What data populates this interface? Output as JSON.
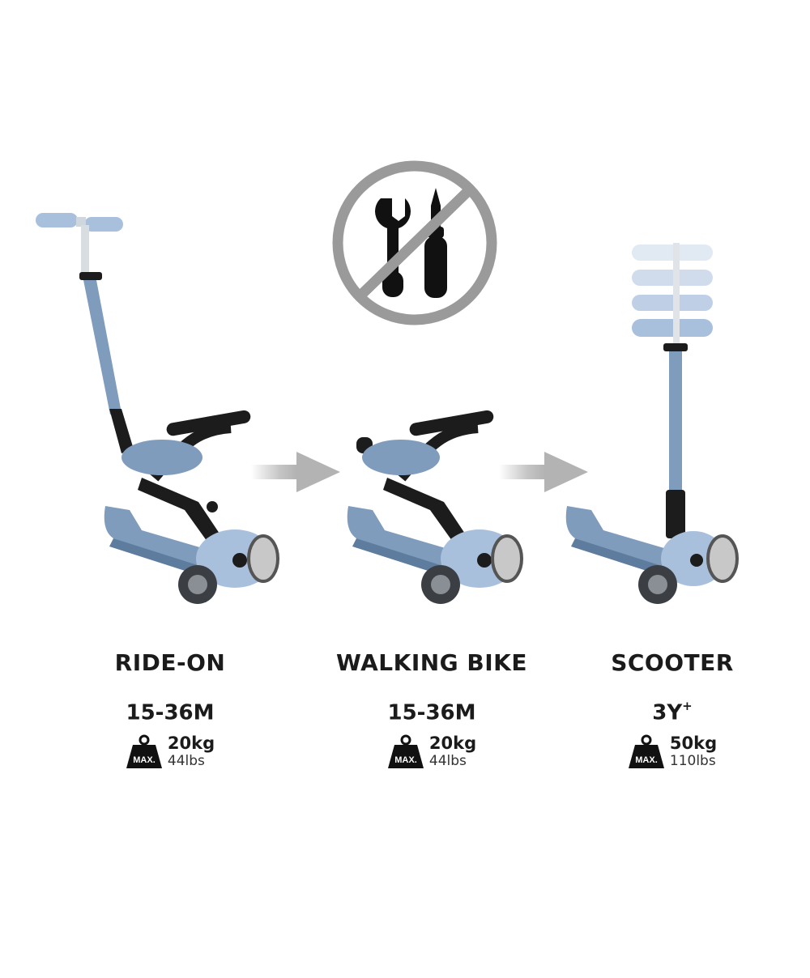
{
  "icons": {
    "no_tools": "no-tools-icon",
    "arrow": "arrow-right-icon",
    "weight": "weight-max-icon"
  },
  "colors": {
    "scooter_blue": "#7f9cbd",
    "scooter_blue_light": "#a9c0dd",
    "frame_black": "#1c1c1c",
    "no_tools_circle": "#9a9a9a",
    "arrow_gray": "#bdbdbd"
  },
  "modes": [
    {
      "title": "RIDE-ON",
      "age": "15-36M",
      "age_sup": "",
      "badge": "MAX.",
      "weight_kg": "20kg",
      "weight_lbs": "44lbs"
    },
    {
      "title": "WALKING BIKE",
      "age": "15-36M",
      "age_sup": "",
      "badge": "MAX.",
      "weight_kg": "20kg",
      "weight_lbs": "44lbs"
    },
    {
      "title": "SCOOTER",
      "age": "3Y",
      "age_sup": "+",
      "badge": "MAX.",
      "weight_kg": "50kg",
      "weight_lbs": "110lbs"
    }
  ]
}
